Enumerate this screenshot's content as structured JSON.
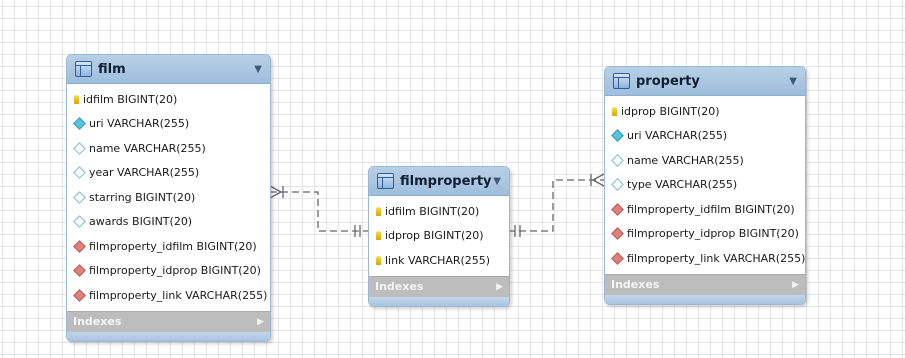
{
  "colors": {
    "header": "#a9c6e1",
    "not_null_column": "#54c6dc",
    "nullable_column": "#ffffff",
    "foreign_key_column": "#e0807a",
    "primary_key": "#e8c020",
    "indexes_bar": "#bdbdbd",
    "relationship_line": "#666666"
  },
  "tables": {
    "film": {
      "name": "film",
      "indexes_label": "Indexes",
      "columns": [
        {
          "text": "idfilm BIGINT(20)",
          "icon": "primary-key-icon"
        },
        {
          "text": "uri VARCHAR(255)",
          "icon": "not-null-column-icon"
        },
        {
          "text": "name VARCHAR(255)",
          "icon": "nullable-column-icon"
        },
        {
          "text": "year VARCHAR(255)",
          "icon": "nullable-column-icon"
        },
        {
          "text": "starring BIGINT(20)",
          "icon": "nullable-column-icon"
        },
        {
          "text": "awards BIGINT(20)",
          "icon": "nullable-column-icon"
        },
        {
          "text": "filmproperty_idfilm BIGINT(20)",
          "icon": "foreign-key-column-icon"
        },
        {
          "text": "filmproperty_idprop BIGINT(20)",
          "icon": "foreign-key-column-icon"
        },
        {
          "text": "filmproperty_link VARCHAR(255)",
          "icon": "foreign-key-column-icon"
        }
      ]
    },
    "filmproperty": {
      "name": "filmproperty",
      "indexes_label": "Indexes",
      "columns": [
        {
          "text": "idfilm BIGINT(20)",
          "icon": "primary-key-icon"
        },
        {
          "text": "idprop BIGINT(20)",
          "icon": "primary-key-icon"
        },
        {
          "text": "link VARCHAR(255)",
          "icon": "primary-key-icon"
        }
      ]
    },
    "property": {
      "name": "property",
      "indexes_label": "Indexes",
      "columns": [
        {
          "text": "idprop BIGINT(20)",
          "icon": "primary-key-icon"
        },
        {
          "text": "uri VARCHAR(255)",
          "icon": "not-null-column-icon"
        },
        {
          "text": "name VARCHAR(255)",
          "icon": "nullable-column-icon"
        },
        {
          "text": "type VARCHAR(255)",
          "icon": "nullable-column-icon"
        },
        {
          "text": "filmproperty_idfilm BIGINT(20)",
          "icon": "foreign-key-column-icon"
        },
        {
          "text": "filmproperty_idprop BIGINT(20)",
          "icon": "foreign-key-column-icon"
        },
        {
          "text": "filmproperty_link VARCHAR(255)",
          "icon": "foreign-key-column-icon"
        }
      ]
    }
  },
  "relationships": [
    {
      "from": "film",
      "to": "filmproperty",
      "from_end": "one-or-many",
      "to_end": "exactly-one",
      "style": "dashed"
    },
    {
      "from": "filmproperty",
      "to": "property",
      "from_end": "exactly-one",
      "to_end": "one-or-many",
      "style": "dashed"
    }
  ]
}
